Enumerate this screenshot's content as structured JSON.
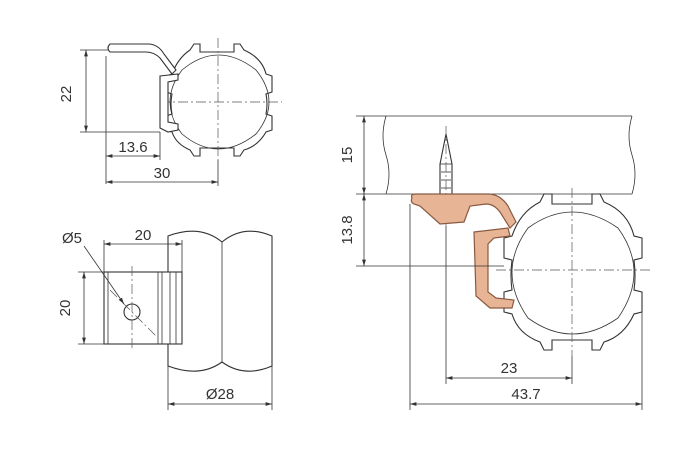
{
  "dimensions": {
    "v1_height": "22",
    "v1_offset": "13.6",
    "v1_width": "30",
    "v2_hole": "Ø5",
    "v2_width": "20",
    "v2_height": "20",
    "v2_tube": "Ø28",
    "v3_top": "15",
    "v3_middle": "13.8",
    "v3_inner": "23",
    "v3_total": "43.7"
  },
  "colors": {
    "line": "#333333",
    "bracket_fill": "#e8b496",
    "bracket_stroke": "#8a5a40",
    "background": "#ffffff"
  }
}
